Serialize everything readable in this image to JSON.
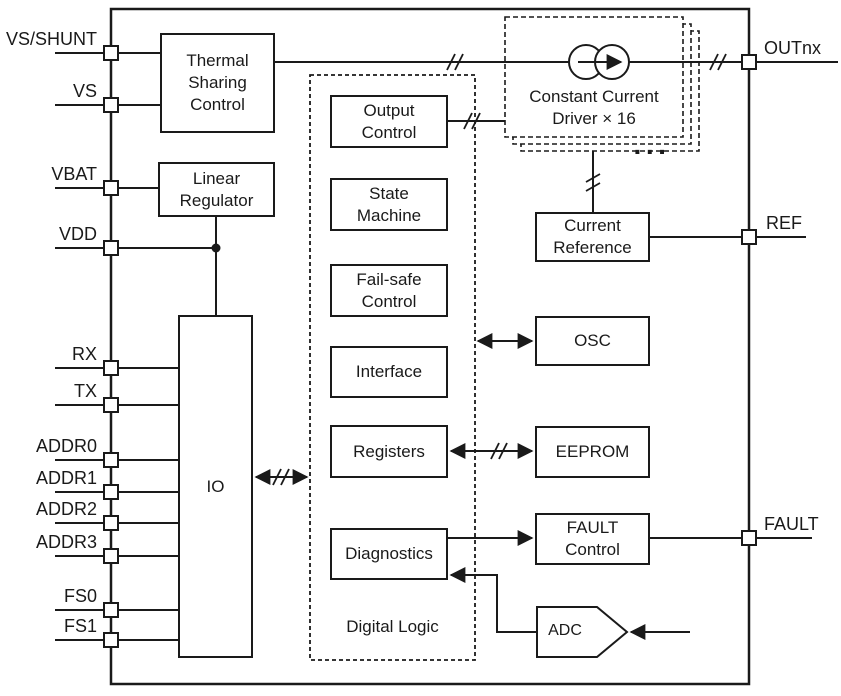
{
  "pins": {
    "left": [
      {
        "name": "vs-shunt",
        "label": "VS/SHUNT"
      },
      {
        "name": "vs",
        "label": "VS"
      },
      {
        "name": "vbat",
        "label": "VBAT"
      },
      {
        "name": "vdd",
        "label": "VDD"
      },
      {
        "name": "rx",
        "label": "RX"
      },
      {
        "name": "tx",
        "label": "TX"
      },
      {
        "name": "addr0",
        "label": "ADDR0"
      },
      {
        "name": "addr1",
        "label": "ADDR1"
      },
      {
        "name": "addr2",
        "label": "ADDR2"
      },
      {
        "name": "addr3",
        "label": "ADDR3"
      },
      {
        "name": "fs0",
        "label": "FS0"
      },
      {
        "name": "fs1",
        "label": "FS1"
      }
    ],
    "right": [
      {
        "name": "outnx",
        "label": "OUTnx"
      },
      {
        "name": "ref",
        "label": "REF"
      },
      {
        "name": "fault",
        "label": "FAULT"
      }
    ]
  },
  "blocks": {
    "thermal": "Thermal\nSharing\nControl",
    "linear_regulator": "Linear\nRegulator",
    "io": "IO",
    "output_control": "Output\nControl",
    "state_machine": "State\nMachine",
    "fail_safe": "Fail-safe\nControl",
    "interface": "Interface",
    "registers": "Registers",
    "diagnostics": "Diagnostics",
    "digital_logic": "Digital Logic",
    "constant_current_driver": "Constant Current\nDriver × 16",
    "current_reference": "Current\nReference",
    "osc": "OSC",
    "eeprom": "EEPROM",
    "fault_control": "FAULT\nControl",
    "adc": "ADC",
    "ellipsis": "···"
  },
  "colors": {
    "stroke": "#1a1a1a",
    "background": "#ffffff"
  }
}
